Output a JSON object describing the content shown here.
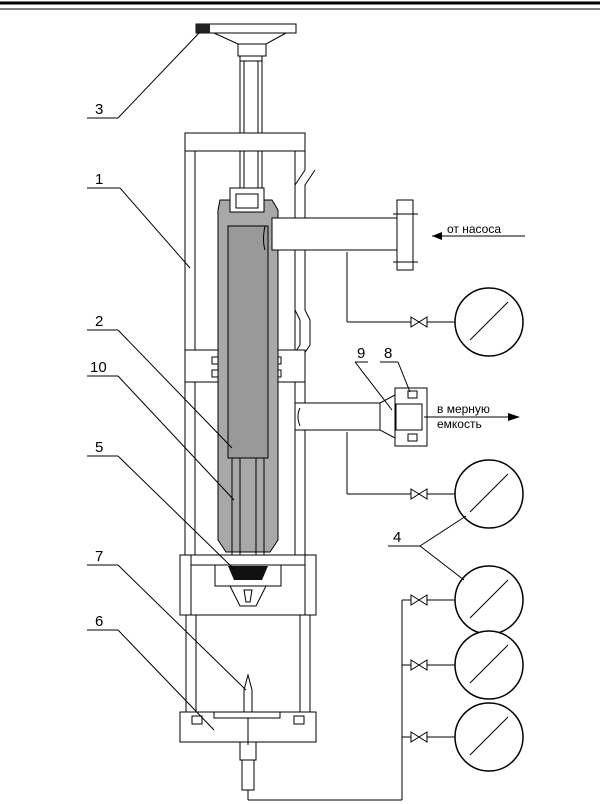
{
  "labels": {
    "n1": "1",
    "n2": "2",
    "n3": "3",
    "n4": "4",
    "n5": "5",
    "n6": "6",
    "n7": "7",
    "n8": "8",
    "n9": "9",
    "n10": "10"
  },
  "flows": {
    "inlet": "от насоса",
    "outlet_line1": "в мерную",
    "outlet_line2": "емкость"
  },
  "colors": {
    "body_fill": "#a8a8a8",
    "line": "#000000",
    "background": "#ffffff"
  }
}
